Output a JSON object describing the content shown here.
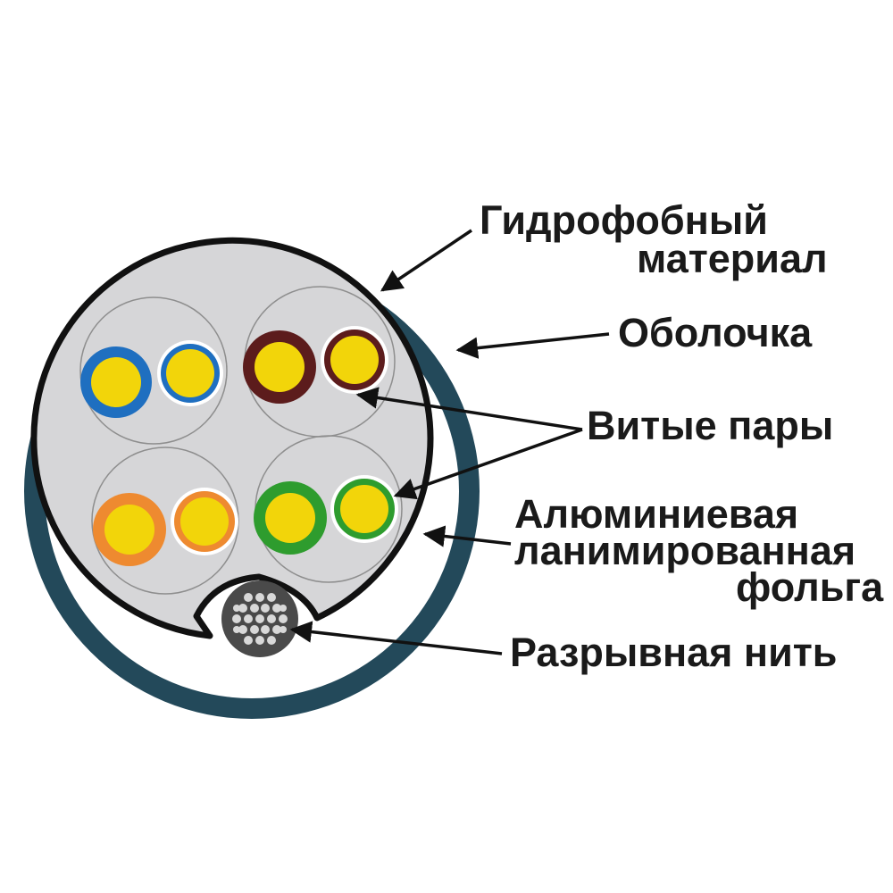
{
  "labels": {
    "hydrophobic_line1": "Гидрофобный",
    "hydrophobic_line2": "материал",
    "sheath": "Оболочка",
    "twisted_pairs": "Витые пары",
    "foil_line1": "Алюминиевая",
    "foil_line2": "ланимированная",
    "foil_line3": "фольга",
    "ripcord": "Разрывная нить"
  },
  "colors": {
    "sheath": "#23495a",
    "cable_interior": "#d6d6d8",
    "foil": "#111111",
    "conductor": "#f2d50a",
    "pair_blue": "#1f6fc0",
    "pair_brown": "#5c1c1c",
    "pair_orange": "#ee8a30",
    "pair_green": "#2e9c2e",
    "ripcord": "#4a4a4a"
  }
}
